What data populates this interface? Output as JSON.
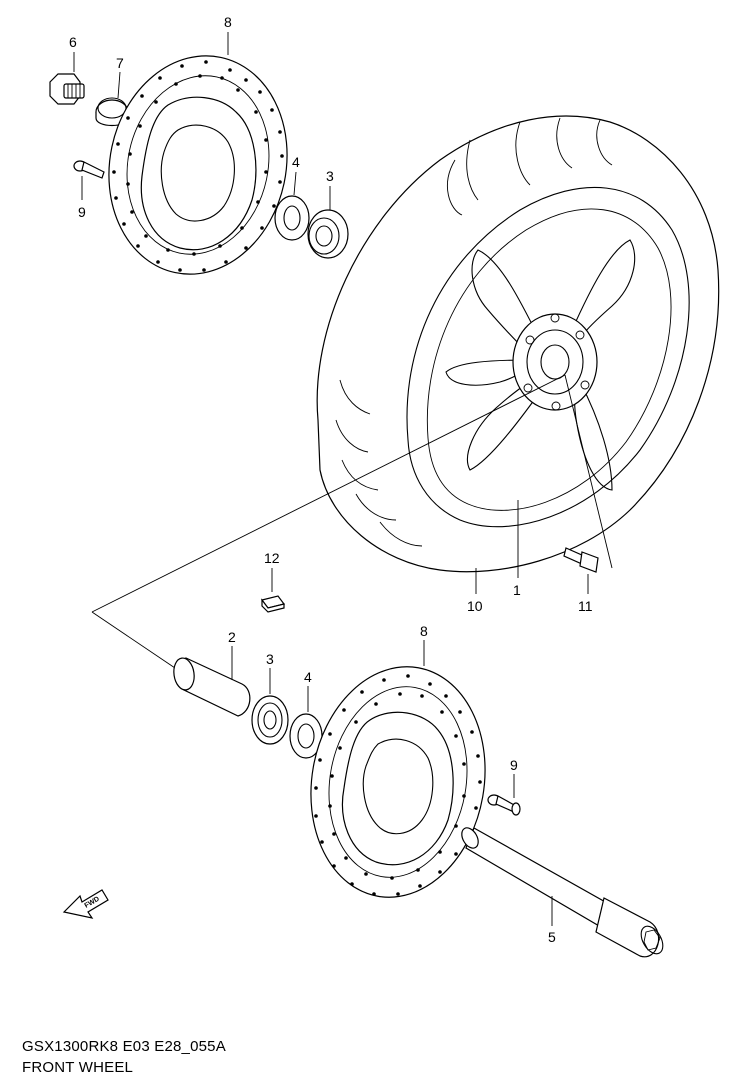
{
  "caption": {
    "code": "GSX1300RK8 E03 E28_055A",
    "title": "FRONT WHEEL"
  },
  "fwd_label": "FWD",
  "callouts": [
    {
      "id": "c6a",
      "text": "6"
    },
    {
      "id": "c7a",
      "text": "7"
    },
    {
      "id": "c8a",
      "text": "8"
    },
    {
      "id": "c4a",
      "text": "4"
    },
    {
      "id": "c3a",
      "text": "3"
    },
    {
      "id": "c9a",
      "text": "9"
    },
    {
      "id": "c12",
      "text": "12"
    },
    {
      "id": "c10",
      "text": "10"
    },
    {
      "id": "c1",
      "text": "1"
    },
    {
      "id": "c11",
      "text": "11"
    },
    {
      "id": "c2",
      "text": "2"
    },
    {
      "id": "c3b",
      "text": "3"
    },
    {
      "id": "c4b",
      "text": "4"
    },
    {
      "id": "c8b",
      "text": "8"
    },
    {
      "id": "c9b",
      "text": "9"
    },
    {
      "id": "c5",
      "text": "5"
    }
  ]
}
